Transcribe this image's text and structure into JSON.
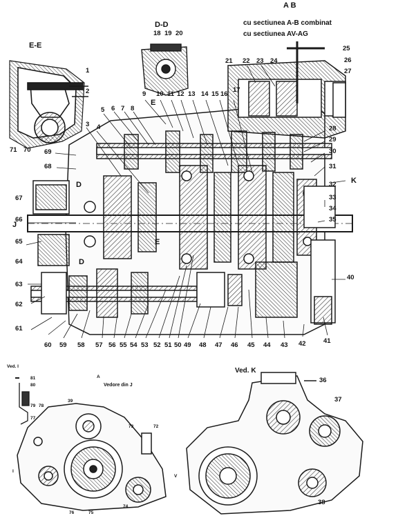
{
  "section_titles": {
    "dd": "D-D",
    "ab": "A  B",
    "ab_line1": "cu sectiunea A-B combinat",
    "ab_line2": "cu sectiunea AV-AG",
    "ee": "E-E",
    "ved_i": "Ved. I",
    "vedere_j": "Vedore din J",
    "ved_k": "Ved. K"
  },
  "section_marks": [
    {
      "id": "E1",
      "text": "E"
    },
    {
      "id": "D1",
      "text": "D"
    },
    {
      "id": "J1",
      "text": "J"
    },
    {
      "id": "E2",
      "text": "E"
    },
    {
      "id": "D2",
      "text": "D"
    },
    {
      "id": "K1",
      "text": "K"
    },
    {
      "id": "A1",
      "text": "A"
    },
    {
      "id": "I1",
      "text": "I"
    },
    {
      "id": "V1",
      "text": "V"
    }
  ],
  "callouts_top": [
    "18",
    "19",
    "20",
    "21",
    "22",
    "23",
    "24",
    "25",
    "26",
    "27",
    "1",
    "2",
    "9",
    "10",
    "11",
    "12",
    "13",
    "14",
    "15",
    "16",
    "17",
    "5",
    "6",
    "7",
    "8",
    "3",
    "4",
    "28",
    "29",
    "30",
    "31",
    "32",
    "33",
    "34",
    "35",
    "69",
    "68",
    "67",
    "66",
    "65",
    "64",
    "63",
    "62",
    "61",
    "71",
    "70",
    "40"
  ],
  "callouts_bottom_row": [
    "60",
    "59",
    "58",
    "57",
    "56",
    "55",
    "54",
    "53",
    "52",
    "51",
    "50",
    "49",
    "48",
    "47",
    "46",
    "45",
    "44",
    "43",
    "42",
    "41"
  ],
  "callouts_lower_views": [
    "81",
    "80",
    "79",
    "78",
    "39",
    "77",
    "76",
    "75",
    "74",
    "73",
    "72",
    "36",
    "37",
    "38"
  ],
  "colors": {
    "ink": "#1a1a1a",
    "paper": "#ffffff",
    "hatch": "#3a3a3a"
  }
}
